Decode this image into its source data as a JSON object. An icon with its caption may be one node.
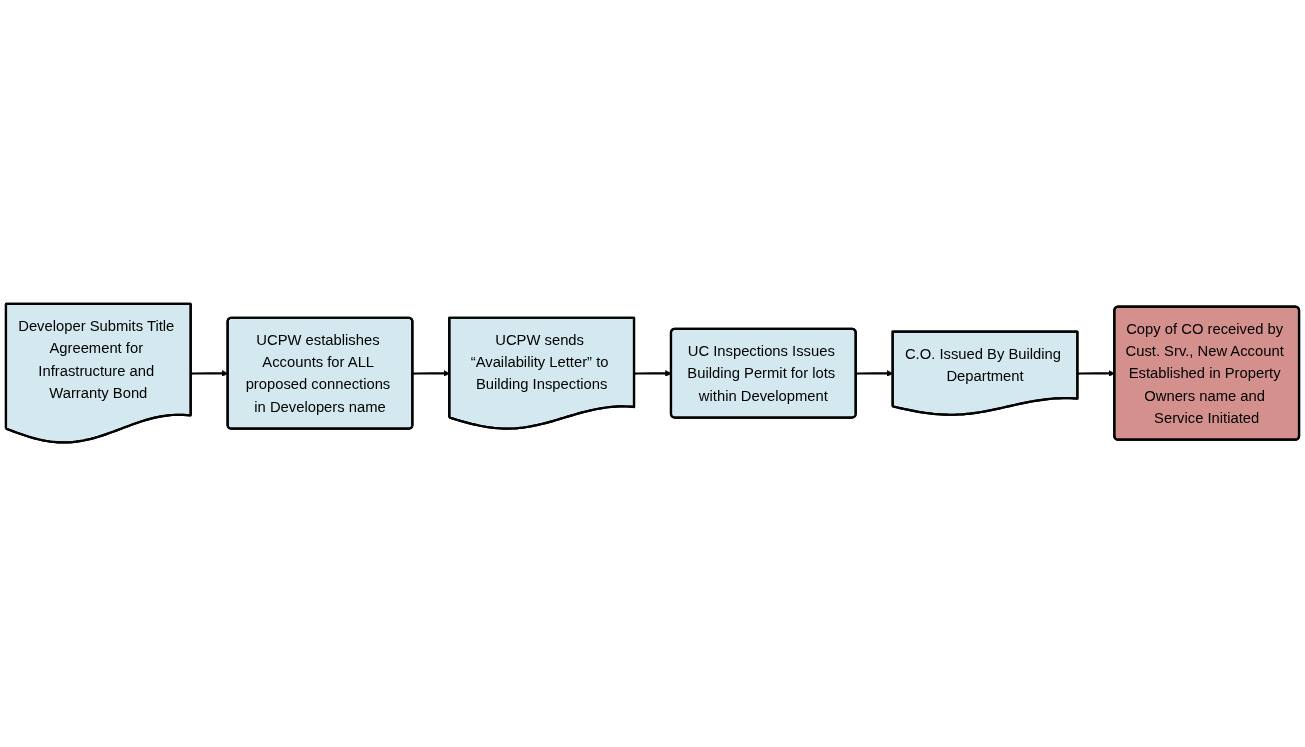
{
  "diagram": {
    "nodes": [
      {
        "text": [
          "Developer Submits Title Agreement for Infrastructure and Warranty Bond"
        ]
      },
      {
        "text": [
          "UCPW establishes Accounts for ALL proposed connections in Developers name"
        ]
      },
      {
        "text": [
          "UCPW sends “Availability Letter” to Building Inspections"
        ]
      },
      {
        "text": [
          "UC Inspections Issues Building Permit for lots within Development"
        ]
      },
      {
        "text": [
          "C.O. Issued By Building Department"
        ]
      },
      {
        "text": [
          "Copy of CO received by Cust. Srv., New Account Established in Property Owners name and Service Initiated"
        ]
      }
    ],
    "edges": [
      {
        "from": 0,
        "to": 1,
        "arrow": "to"
      },
      {
        "from": 1,
        "to": 2,
        "arrow": "to"
      },
      {
        "from": 2,
        "to": 3,
        "arrow": "to"
      },
      {
        "from": 3,
        "to": 4,
        "arrow": "to"
      },
      {
        "from": 4,
        "to": 5,
        "arrow": "to"
      }
    ]
  }
}
